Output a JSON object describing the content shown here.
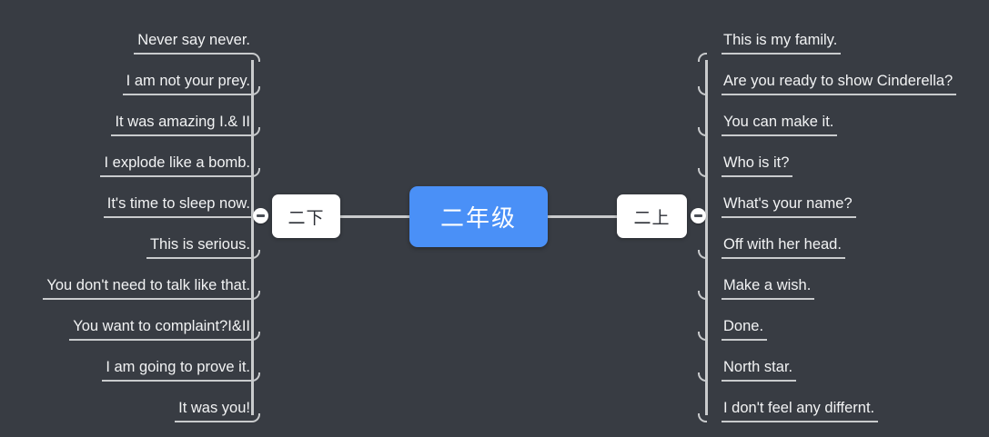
{
  "canvas": {
    "background_color": "#383c43",
    "line_color": "#c9cbcd",
    "text_color": "#f2f3f4"
  },
  "root": {
    "label": "二年级",
    "color": "#4a90f7",
    "text_color": "#ffffff"
  },
  "branches": [
    {
      "id": "left",
      "label": "二下",
      "side": "left",
      "toggle": "collapse-minus-icon",
      "items": [
        {
          "text": "Never say never."
        },
        {
          "text": "I am not your prey."
        },
        {
          "text": "It was amazing I.& II"
        },
        {
          "text": "I explode like a bomb."
        },
        {
          "text": "It's time to sleep now."
        },
        {
          "text": "This is serious."
        },
        {
          "text": "You don't need to talk like that."
        },
        {
          "text": "You want to complaint?I&II"
        },
        {
          "text": "I am going to prove it."
        },
        {
          "text": "It was you!"
        }
      ]
    },
    {
      "id": "right",
      "label": "二上",
      "side": "right",
      "toggle": "collapse-minus-icon",
      "items": [
        {
          "text": "This is my family."
        },
        {
          "text": "Are you ready to show Cinderella?"
        },
        {
          "text": "You can make it."
        },
        {
          "text": "Who is it?"
        },
        {
          "text": "What's your name?"
        },
        {
          "text": "Off with her head."
        },
        {
          "text": "Make a wish."
        },
        {
          "text": "Done."
        },
        {
          "text": "North star."
        },
        {
          "text": "I don't feel any differnt."
        }
      ]
    }
  ]
}
